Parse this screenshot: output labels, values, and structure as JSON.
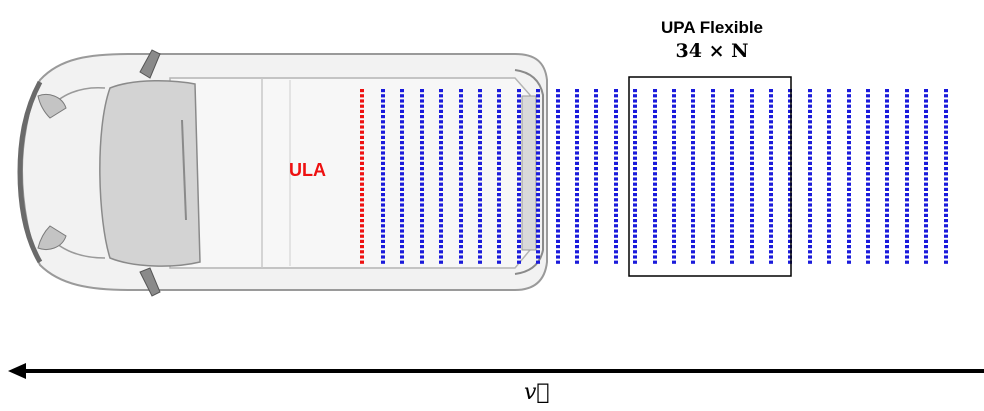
{
  "upa_title": "UPA Flexible",
  "upa_dims": "34 × N",
  "ula_label": "ULA",
  "velocity_label": "v⃖",
  "colors": {
    "ula": "#ee1111",
    "upa": "#1a1adb",
    "van_body": "#f2f2f2",
    "van_outline": "#9a9a9a",
    "glass": "#d3d3d3"
  },
  "icons": {
    "vehicle": "van-top-view-icon",
    "arrow": "arrow-left-icon"
  }
}
